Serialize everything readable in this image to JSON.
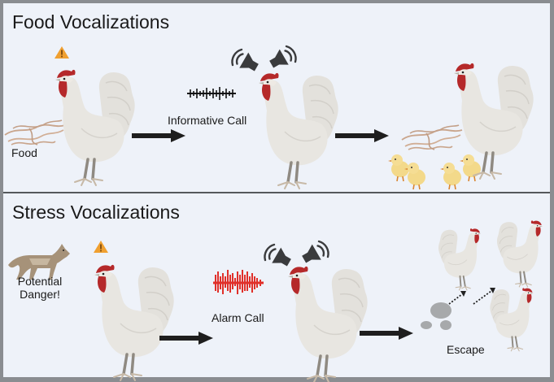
{
  "panels": {
    "food": {
      "title": "Food Vocalizations",
      "labels": {
        "food": "Food",
        "call": "Informative Call"
      },
      "icons": [
        "warning-icon",
        "food-worms",
        "rooster",
        "waveform-black",
        "speaker-icon",
        "arrow-right",
        "chicks"
      ]
    },
    "stress": {
      "title": "Stress Vocalizations",
      "labels": {
        "danger": "Potential Danger!",
        "danger_line1": "Potential",
        "danger_line2": "Danger!",
        "call": "Alarm Call",
        "escape": "Escape"
      },
      "icons": [
        "coyote",
        "warning-icon",
        "rooster",
        "waveform-red",
        "speaker-icon",
        "arrow-right",
        "dust-cloud",
        "dotted-arrows"
      ]
    }
  },
  "colors": {
    "background": "#eef2f9",
    "frame": "#8a8d91",
    "divider": "#55585c",
    "warning": "#f0a030",
    "comb": "#b5292a",
    "alarm_wave": "#e0302a",
    "arrow": "#1e1e1e",
    "chick": "#f3d98a",
    "worm": "#c9a58c",
    "dust": "#a7a9ab"
  }
}
